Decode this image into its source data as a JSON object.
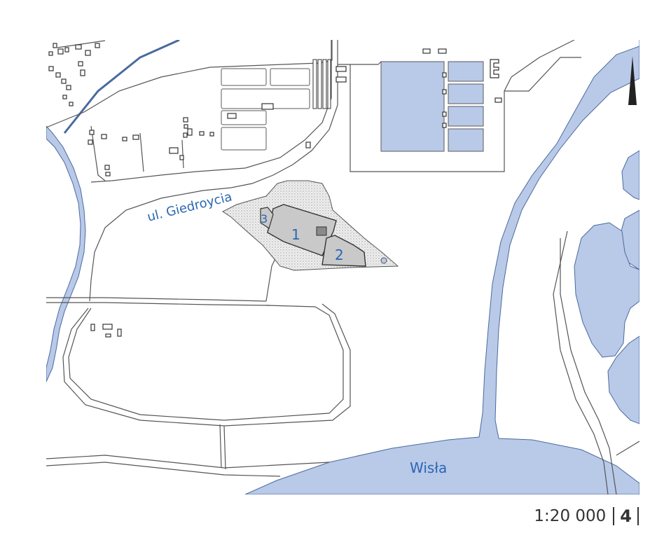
{
  "map": {
    "labels": {
      "street": "ul. Giedroycia",
      "river": "Wisła",
      "building_1": "1",
      "building_2": "2",
      "building_3": "3"
    },
    "colors": {
      "water": "#b9c9e8",
      "water_stroke": "#4a6a9e",
      "building_fill": "#c9c9c9",
      "label": "#2b67b3",
      "line": "#3a3a3a"
    },
    "icons": [
      "north-arrow-icon"
    ]
  },
  "footer": {
    "scale": "1:20 000",
    "page_number": "4"
  }
}
